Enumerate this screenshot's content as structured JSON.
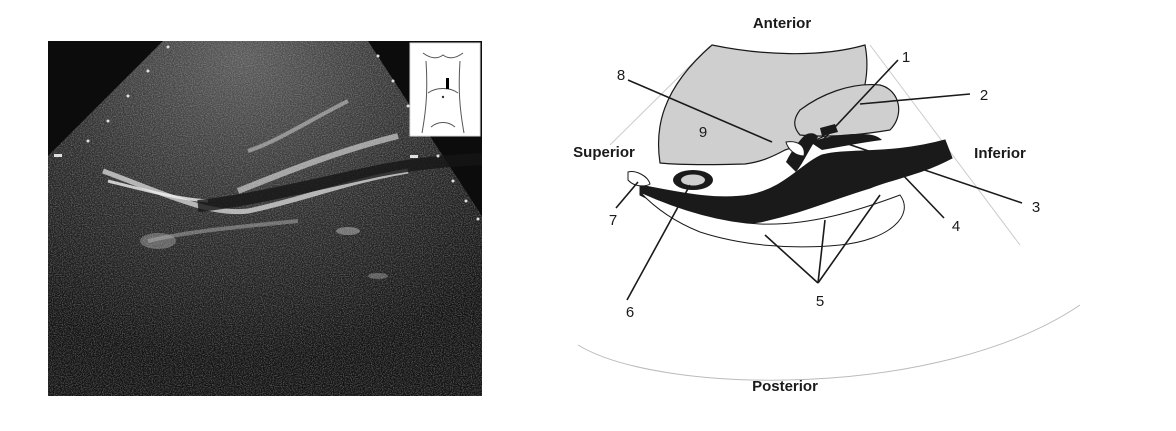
{
  "orientation": {
    "anterior": "Anterior",
    "posterior": "Posterior",
    "superior": "Superior",
    "inferior": "Inferior"
  },
  "callouts": [
    "1",
    "2",
    "3",
    "4",
    "5",
    "6",
    "7",
    "8",
    "9"
  ],
  "colors": {
    "ultrasound_background": "#0c0c0c",
    "organ_gray": "#cfcfcf",
    "vessel_black": "#1a1a1a",
    "line": "#1a1a1a"
  },
  "icons": {
    "body_inset": "torso-probe-position-icon"
  }
}
